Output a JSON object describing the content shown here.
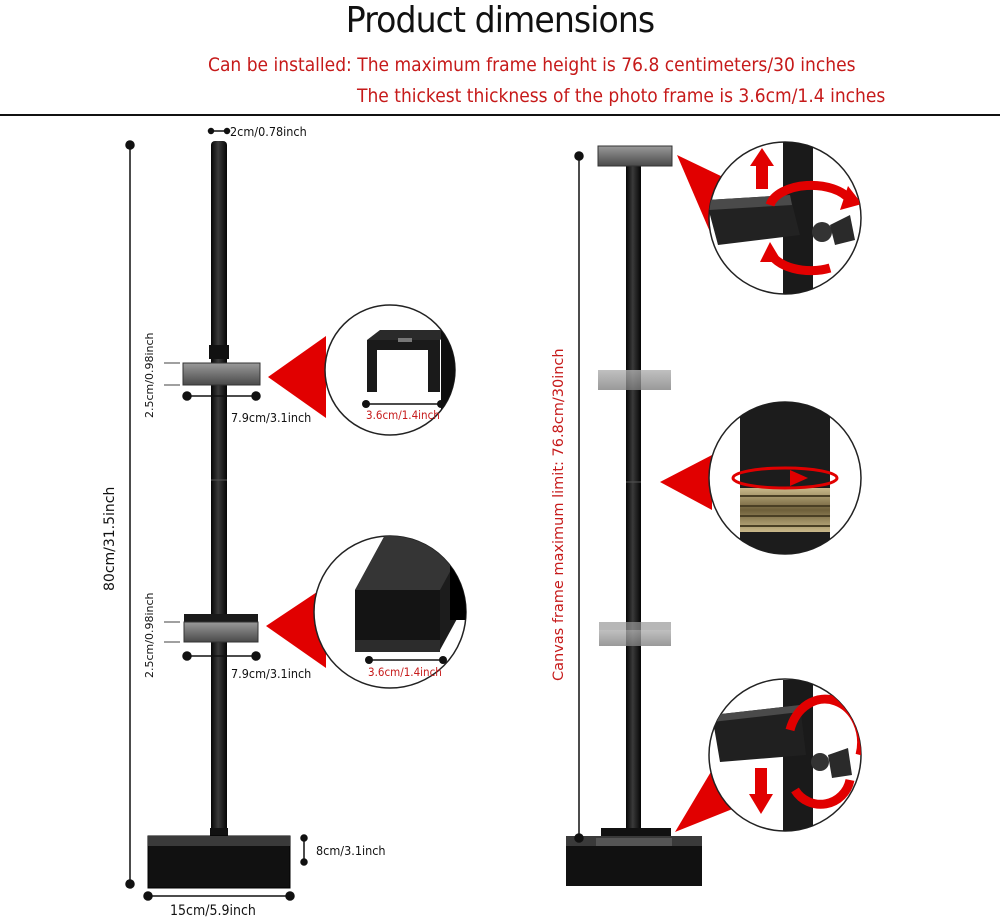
{
  "title": "Product dimensions",
  "subtitle_line1": "Can be installed: The maximum frame height is 76.8 centimeters/30 inches",
  "subtitle_line2": "The thickest thickness of the photo frame is 3.6cm/1.4 inches",
  "labels": {
    "pole_diameter": "2cm/0.78inch",
    "total_height": "80cm/31.5inch",
    "upper_tray_height": "2.5cm/0.98inch",
    "upper_tray_width": "7.9cm/3.1inch",
    "upper_tray_depth": "3.6cm/1.4inch",
    "lower_tray_height": "2.5cm/0.98inch",
    "lower_tray_width": "7.9cm/3.1inch",
    "lower_tray_depth": "3.6cm/1.4inch",
    "base_height": "8cm/3.1inch",
    "base_width": "15cm/5.9inch",
    "canvas_limit": "Canvas frame maximum limit: 76.8cm/30inch"
  },
  "colors": {
    "accent_red": "#c61a1a",
    "arrow_red": "#e10000",
    "metal_black": "#1a1a1a",
    "tray_gray": "#6e6e6e"
  }
}
